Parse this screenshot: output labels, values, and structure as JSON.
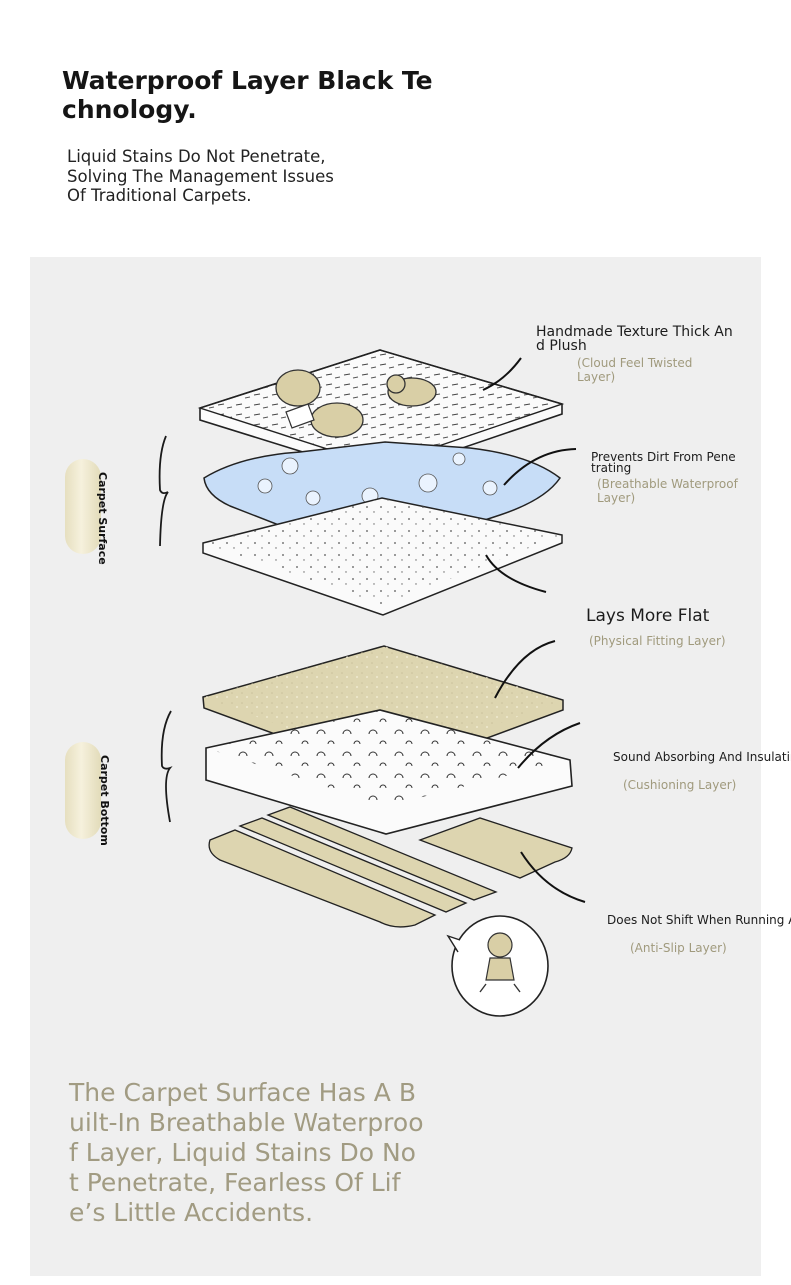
{
  "header": {
    "title": "Waterproof Layer Black Technology.",
    "subtitle": "Liquid Stains Do Not Penetrate,\nSolving The Management Issues\n Of Traditional Carpets."
  },
  "labels": {
    "surface": "Carpet Surface",
    "bottom": "Carpet Bottom"
  },
  "callouts": [
    {
      "title": "Handmade Texture Thick And Plush",
      "sub": "(Cloud Feel Twisted Layer)"
    },
    {
      "title": "Prevents Dirt From Penetrating",
      "sub": "(Breathable Waterproof Layer)"
    },
    {
      "title": "Lays More Flat",
      "sub": "(Physical Fitting Layer)"
    },
    {
      "title": "Sound Absorbing And Insulating",
      "sub": "(Cushioning Layer)"
    },
    {
      "title": "Does Not Shift When Running And Jumping",
      "sub": "(Anti-Slip Layer)"
    }
  ],
  "footer": {
    "text": "The Carpet Surface Has A Built-In Breathable Waterproof Layer, Liquid Stains Do Not Penetrate, Fearless Of Life’s Little Accidents."
  },
  "colors": {
    "panel": "#efefef",
    "beige": "#ddd5b0",
    "blue": "#c7ddf7",
    "muted_text": "#a19b82"
  }
}
